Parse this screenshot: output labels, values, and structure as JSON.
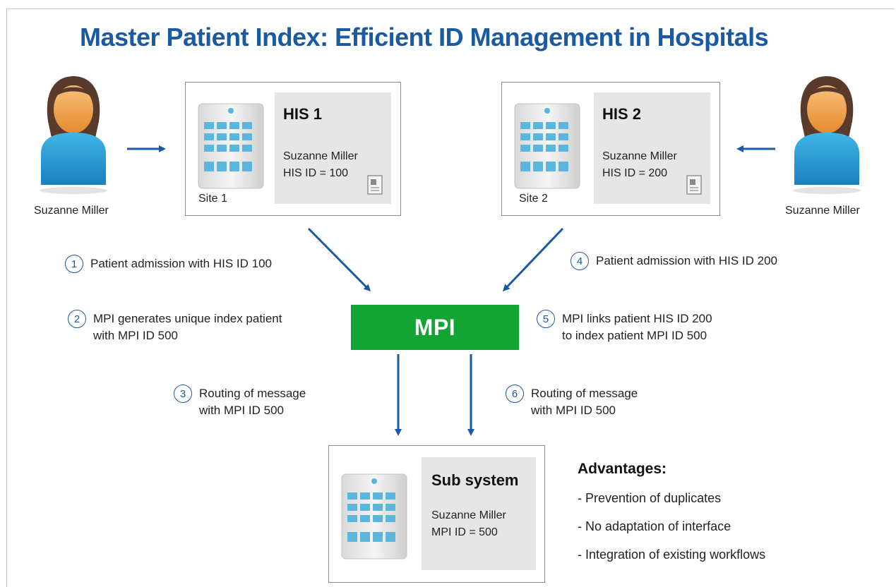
{
  "title": "Master Patient Index: Efficient ID Management in Hospitals",
  "patient_left": {
    "label": "Suzanne Miller"
  },
  "patient_right": {
    "label": "Suzanne Miller"
  },
  "his1": {
    "title": "HIS 1",
    "name": "Suzanne Miller",
    "id_line": "HIS ID = 100",
    "site": "Site 1"
  },
  "his2": {
    "title": "HIS 2",
    "name": "Suzanne Miller",
    "id_line": "HIS ID = 200",
    "site": "Site 2"
  },
  "mpi": {
    "label": "MPI"
  },
  "steps": [
    {
      "num": "1",
      "lines": [
        "Patient admission with HIS ID 100"
      ]
    },
    {
      "num": "2",
      "lines": [
        "MPI generates unique index patient",
        "with MPI ID 500"
      ]
    },
    {
      "num": "3",
      "lines": [
        "Routing of message",
        "with MPI ID 500"
      ]
    },
    {
      "num": "4",
      "lines": [
        "Patient admission with HIS ID 200"
      ]
    },
    {
      "num": "5",
      "lines": [
        "MPI links patient HIS ID 200",
        "to index patient MPI ID 500"
      ]
    },
    {
      "num": "6",
      "lines": [
        "Routing of message",
        "with MPI ID 500"
      ]
    }
  ],
  "subsystem": {
    "title": "Sub system",
    "name": "Suzanne Miller",
    "id_line": "MPI ID = 500"
  },
  "advantages": {
    "heading": "Advantages:",
    "items": [
      "- Prevention of duplicates",
      "- No adaptation of interface",
      "- Integration of existing workflows"
    ]
  },
  "colors": {
    "title": "#1a5aa0",
    "arrow": "#1a5aa0",
    "mpi": "#13a533",
    "panel": "#e6e6e6"
  },
  "icons": [
    "person-icon",
    "hospital-building-icon",
    "document-icon",
    "arrow-icon"
  ]
}
